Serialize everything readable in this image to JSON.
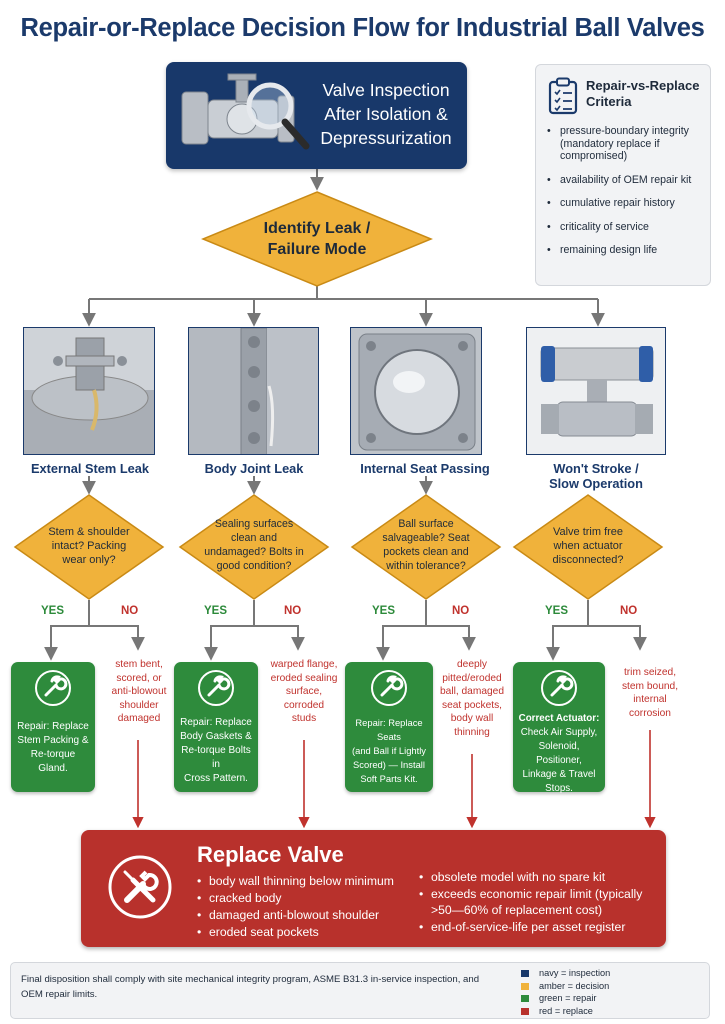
{
  "title": "Repair-or-Replace Decision Flow for Industrial Ball Valves",
  "colors": {
    "navy": "#18386a",
    "amber": "#f0b23b",
    "green": "#2e8b3c",
    "red": "#b8312c",
    "connector": "#777777"
  },
  "start": {
    "lines": [
      "Valve Inspection",
      "After Isolation &",
      "Depressurization"
    ],
    "icon": "magnifier-valve-icon"
  },
  "identify": {
    "lines": [
      "Identify Leak /",
      "Failure Mode"
    ]
  },
  "criteria": {
    "icon": "clipboard-checklist-icon",
    "title_lines": [
      "Repair-vs-Replace",
      "Criteria"
    ],
    "items": [
      "pressure-boundary integrity (mandatory replace if compromised)",
      "availability of OEM repair kit",
      "cumulative repair history",
      "criticality of service",
      "remaining design life"
    ]
  },
  "branches": [
    {
      "label_lines": [
        "External Stem Leak"
      ],
      "question_lines": [
        "Stem & shoulder",
        "intact? Packing",
        "wear only?"
      ],
      "yes": "YES",
      "no": "NO",
      "no_note": [
        "stem bent,",
        "scored, or",
        "anti-blowout",
        "shoulder",
        "damaged"
      ],
      "repair_lines": [
        "Repair: Replace",
        "Stem Packing &",
        "Re-torque Gland."
      ]
    },
    {
      "label_lines": [
        "Body Joint Leak"
      ],
      "question_lines": [
        "Sealing surfaces",
        "clean and",
        "undamaged? Bolts in",
        "good condition?"
      ],
      "yes": "YES",
      "no": "NO",
      "no_note": [
        "warped flange,",
        "eroded sealing",
        "surface,",
        "corroded",
        "studs"
      ],
      "repair_lines": [
        "Repair: Replace",
        "Body Gaskets &",
        "Re-torque Bolts in",
        "Cross Pattern."
      ]
    },
    {
      "label_lines": [
        "Internal Seat Passing"
      ],
      "question_lines": [
        "Ball surface",
        "salvageable? Seat",
        "pockets clean and",
        "within tolerance?"
      ],
      "yes": "YES",
      "no": "NO",
      "no_note": [
        "deeply",
        "pitted/eroded",
        "ball, damaged",
        "seat pockets,",
        "body wall",
        "thinning"
      ],
      "repair_lines": [
        "Repair: Replace Seats",
        "(and Ball if Lightly",
        "Scored) — Install",
        "Soft Parts Kit."
      ]
    },
    {
      "label_lines": [
        "Won't Stroke /",
        "Slow Operation"
      ],
      "question_lines": [
        "Valve trim free",
        "when actuator",
        "disconnected?"
      ],
      "yes": "YES",
      "no": "NO",
      "no_note": [
        "trim seized,",
        "stem bound,",
        "internal",
        "corrosion"
      ],
      "repair_lines": [
        "Correct Actuator:",
        "Check Air Supply,",
        "Solenoid, Positioner,",
        "Linkage & Travel",
        "Stops."
      ]
    }
  ],
  "replace": {
    "title": "Replace Valve",
    "icon": "wrench-screwdriver-icon",
    "left_items": [
      "body wall thinning below minimum",
      "cracked body",
      "damaged anti-blowout shoulder",
      "eroded seat pockets"
    ],
    "right_items": [
      "obsolete model with no spare kit",
      "exceeds economic repair limit (typically >50—60% of replacement cost)",
      "end-of-service-life per asset register"
    ]
  },
  "footer": {
    "note": "Final disposition shall comply with site mechanical integrity program, ASME B31.3 in-service inspection, and OEM repair limits.",
    "legend": [
      {
        "key": "navy",
        "text": "= inspection",
        "color": "#18386a"
      },
      {
        "key": "amber",
        "text": "= decision",
        "color": "#f0b23b"
      },
      {
        "key": "green",
        "text": "= repair",
        "color": "#2e8b3c"
      },
      {
        "key": "red",
        "text": "= replace",
        "color": "#b8312c"
      }
    ]
  }
}
